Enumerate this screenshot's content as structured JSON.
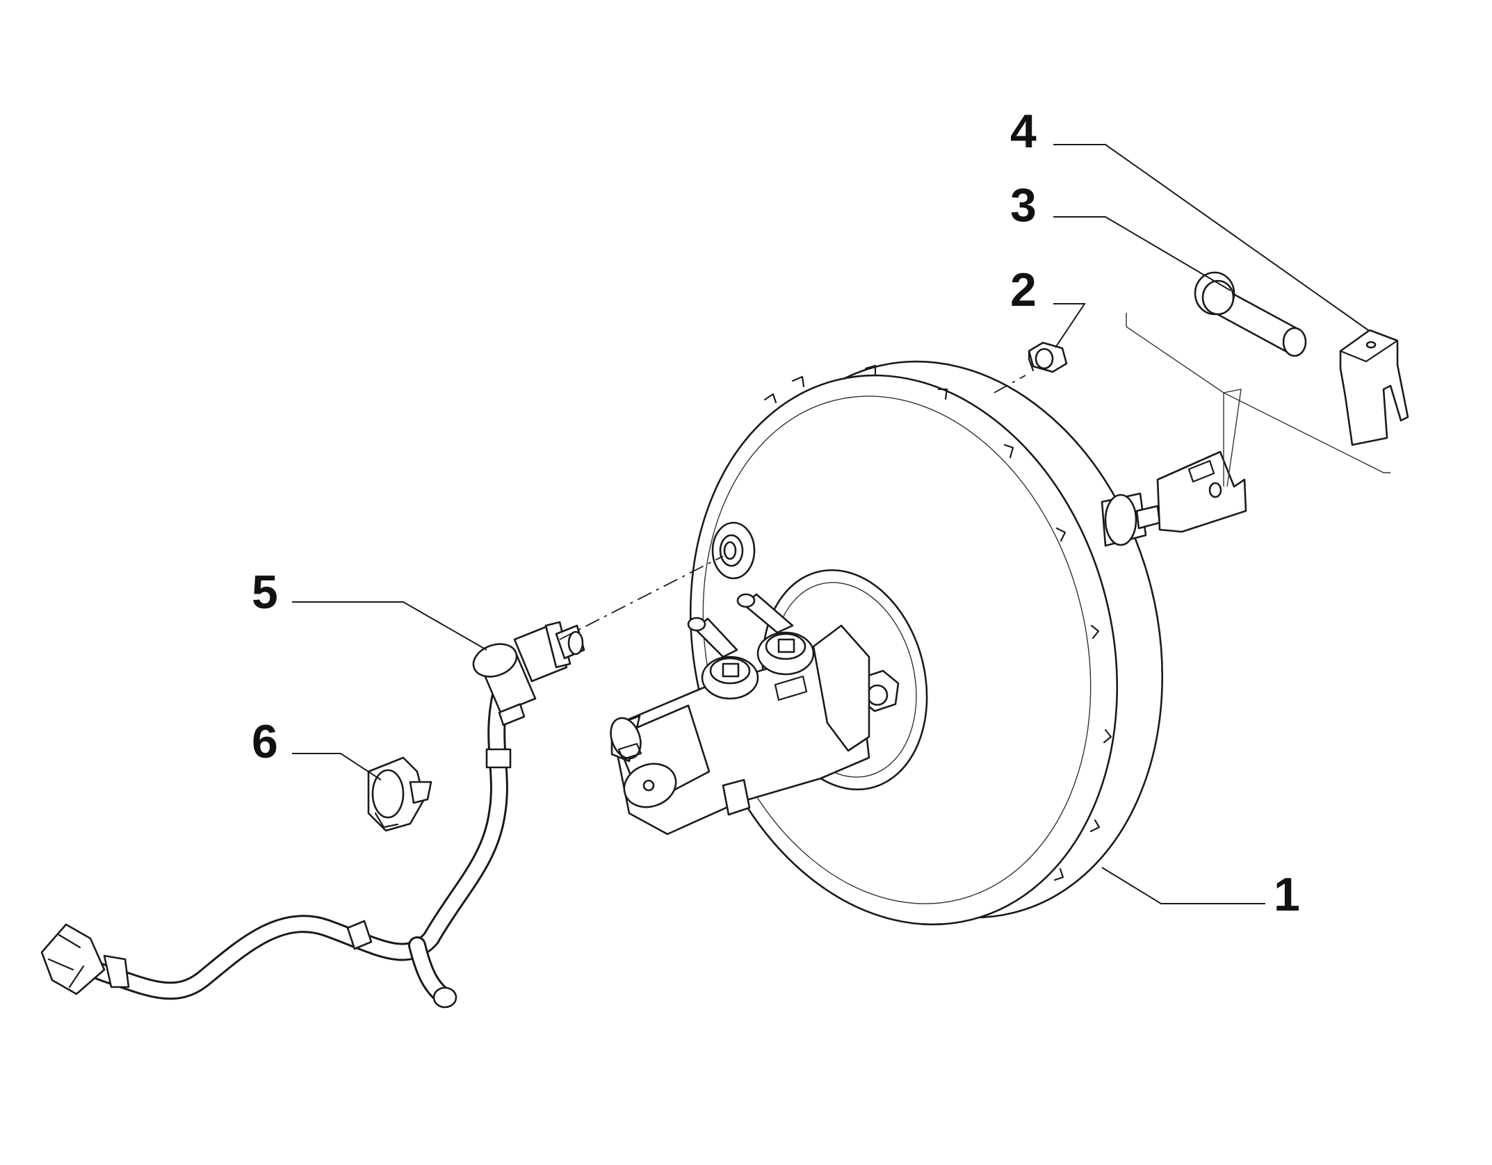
{
  "diagram": {
    "callouts": [
      {
        "id": "1",
        "label": "1",
        "part": "brake-servo"
      },
      {
        "id": "2",
        "label": "2",
        "part": "nut"
      },
      {
        "id": "3",
        "label": "3",
        "part": "pin"
      },
      {
        "id": "4",
        "label": "4",
        "part": "clip"
      },
      {
        "id": "5",
        "label": "5",
        "part": "vacuum-hose"
      },
      {
        "id": "6",
        "label": "6",
        "part": "hose-clamp"
      }
    ],
    "line_color": "#1a1a1a",
    "background": "#ffffff"
  }
}
